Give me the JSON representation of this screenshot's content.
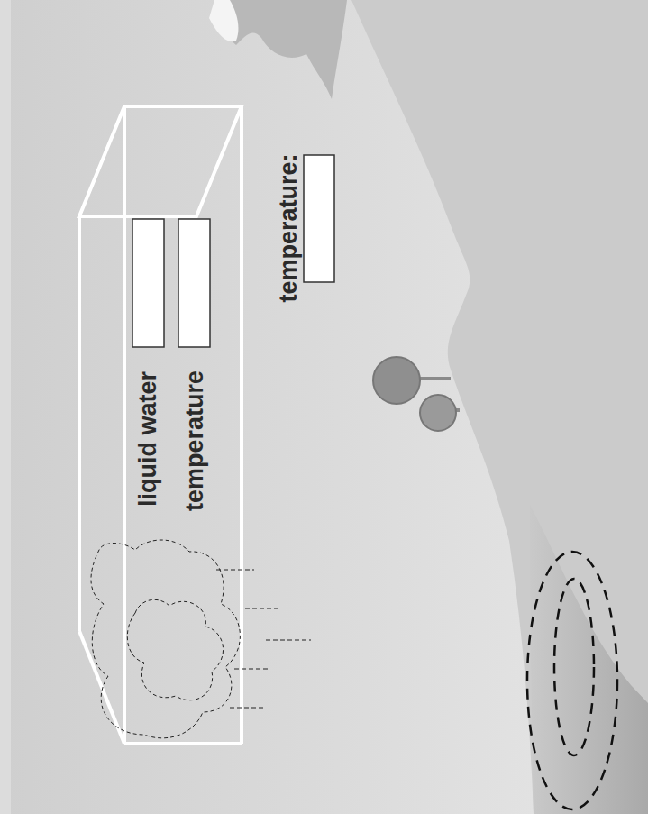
{
  "diagram": {
    "labels": [
      "liquid water",
      "temperature",
      "temperature:"
    ]
  }
}
